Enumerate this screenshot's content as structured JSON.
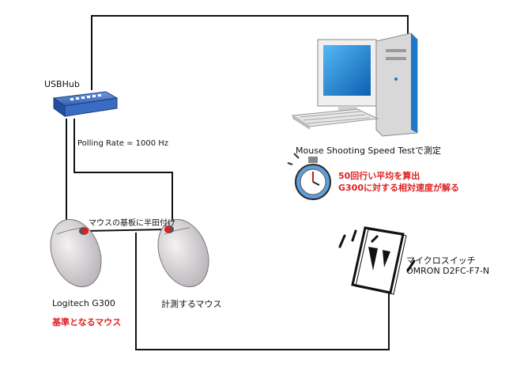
{
  "labels": {
    "usb_hub": "USBHub",
    "polling_rate": "Polling Rate = 1000 Hz",
    "pc": "Mouse Shooting Speed Testで測定",
    "stopwatch_line1": "50回行い平均を算出",
    "stopwatch_line2": "G300に対する相対速度が解る",
    "solder": "マウスの基板に半田付け",
    "ref_mouse": "Logitech G300",
    "ref_mouse_note": "基準となるマウス",
    "test_mouse": "計測するマウス",
    "switch_line1": "マイクロスイッチ",
    "switch_line2": "OMRON D2FC-F7-N"
  },
  "colors": {
    "wire": "#111111",
    "accent": "#e02020",
    "hub": "#2f5fb0",
    "mouse": "#d9d4d8",
    "pc_body": "#e8e8e8",
    "screen": "#1e86d8"
  },
  "icons": [
    "usb-hub-icon",
    "desktop-computer-icon",
    "stopwatch-icon",
    "mouse-icon",
    "micro-switch-icon"
  ]
}
